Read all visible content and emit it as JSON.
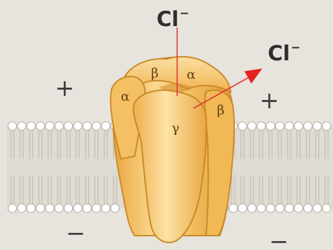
{
  "ions": [
    {
      "symbol": "Cl",
      "charge": "−"
    },
    {
      "symbol": "Cl",
      "charge": "−"
    }
  ],
  "charges": {
    "outside_left": "+",
    "outside_right": "+",
    "inside_left": "−",
    "inside_right": "−"
  },
  "subunits": [
    "β",
    "α",
    "α",
    "γ",
    "β"
  ],
  "colors": {
    "background": "#e7e3dd",
    "receptor": "#f2b957",
    "receptor_light": "#fbe2a8",
    "receptor_outline": "#c98a28",
    "lipid_head": "#ffffff",
    "lipid_tail": "#c9c4bc",
    "ion_path": "#e23a3a"
  }
}
